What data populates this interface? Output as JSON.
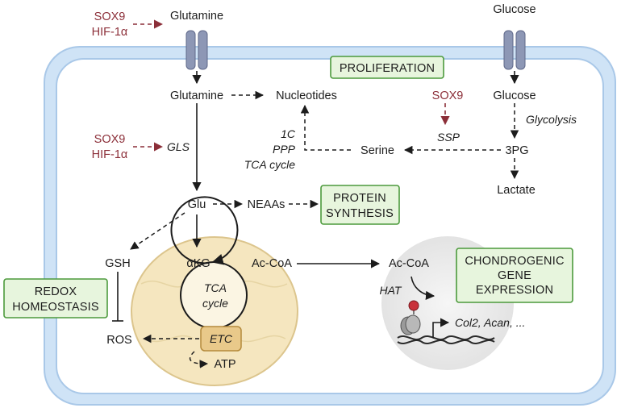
{
  "nodes": {
    "glutamine_out": "Glutamine",
    "glucose_out": "Glucose",
    "glutamine_in": "Glutamine",
    "nucleotides": "Nucleotides",
    "glucose_in": "Glucose",
    "glycolysis": "Glycolysis",
    "serine": "Serine",
    "pg3": "3PG",
    "ssp": "SSP",
    "lactate": "Lactate",
    "one_c": "1C",
    "ppp": "PPP",
    "tca_cycle_label": "TCA cycle",
    "gls": "GLS",
    "glu": "Glu",
    "neaas": "NEAAs",
    "gsh": "GSH",
    "ros": "ROS",
    "akg": "αKG",
    "accoa_mito": "Ac-CoA",
    "tca_inner_1": "TCA",
    "tca_inner_2": "cycle",
    "etc": "ETC",
    "atp": "ATP",
    "accoa_nuc": "Ac-CoA",
    "hat": "HAT",
    "genes": "Col2, Acan, ..."
  },
  "regulators": {
    "top": [
      "SOX9",
      "HIF-1α"
    ],
    "gls": [
      "SOX9",
      "HIF-1α"
    ],
    "ssp": "SOX9"
  },
  "boxes": {
    "proliferation": [
      "PROLIFERATION"
    ],
    "protein": [
      "PROTEIN",
      "SYNTHESIS"
    ],
    "redox": [
      "REDOX",
      "HOMEOSTASIS"
    ],
    "chondro": [
      "CHONDROGENIC",
      "GENE",
      "EXPRESSION"
    ]
  },
  "colors": {
    "regulator": "#8c2f39",
    "membrane": "#bcd7f0",
    "box_fill": "#e7f5dd",
    "box_border": "#4c9a3c",
    "mito_fill": "#f5e6bf",
    "etc_fill": "#e9c98a",
    "nucleus_fill": "#ececec",
    "transporter": "#8d97b5"
  }
}
